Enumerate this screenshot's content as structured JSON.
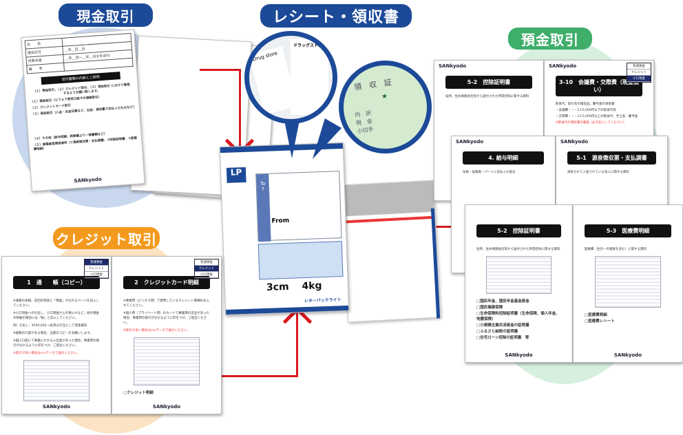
{
  "labels": {
    "cash": "現金取引",
    "receipt": "レシート・領収書",
    "deposit": "預金取引",
    "credit": "クレジット取引"
  },
  "colors": {
    "navy": "#1c4a98",
    "orange": "#f39a1e",
    "green": "#3fae6b",
    "red": "#d7191f",
    "cash_circle": "#c9d8ee",
    "credit_circle": "#fbe3c4",
    "deposit_circle": "#d6efdf"
  },
  "tags": [
    "普通預金",
    "クレジット",
    "小口現金"
  ],
  "logo": "SANkyodo",
  "cash_form": {
    "rows": [
      "氏　　名",
      "提出日付",
      "対象年度",
      "備　　考"
    ],
    "date": "＿年＿月＿日",
    "period": "＿年＿月～＿年＿月分を送付",
    "heading": "送付書類の内容とご説明",
    "intro": "（１）預金取引、（２）クレジット取引、（３）現金取引 に分けて管理するようお願い致します。",
    "items": [
      "（１）預金取引（ビフォア使用口座での通帳取引）",
      "（２）クレジットカード取引",
      "（３）現金取引（入金・出金伝票など、出金：領収書で支払ったものなど）",
      "（４）その他（給与明細、税務署より一律書類など）",
      "（５）事業経営関係資料（①源泉徴収票・支払調書、②控除証明書、③医療費明細）"
    ]
  },
  "receipt": {
    "drug1": "Drug store",
    "drug2": "ドラッグストア",
    "ryoshu": "領　収　証",
    "uchiwake": [
      "内　訳",
      "現　金",
      "小切手"
    ],
    "to": "To",
    "from": "From",
    "size1": "3cm",
    "size2": "4kg",
    "brand": "レターパックライト"
  },
  "credit_docs": [
    {
      "title": "1　通　　帳（コピー）",
      "active": 0,
      "lines": [
        "※通帳の表紙、前回の残高と「預金」が分かるページを記入してください。",
        "※小口現金への引出し、小口現金からの預入れなど、他の預金の移動の場合には「振」と記入してください。",
        "例）引出し：¥500,000 →前月分引当として現金補充",
        "※複数の口座がある場合、全部のコピーをお願いします。",
        "※個人口座にて事業にかかる入出金があった場合、事業用の取引が分かるように印をつけ、ご提出ください。"
      ],
      "note": "※取引が多い場合はcsvデータで送付ください。",
      "checks": []
    },
    {
      "title": "2　クレジットカード明細",
      "active": 1,
      "lines": [
        "※事業用（ビジネス用）で使用しているクレジット明細のみ入れてください。",
        "※個人用（プライベート用）のカードで事業用の支出があった場合、事業用の取引が分かるように印をつけ、ご提出ください。"
      ],
      "note": "※取引が多い場合はcsvデータで送付ください。",
      "checks": [
        "□クレジット明細"
      ]
    }
  ],
  "deposit_docs": [
    {
      "title": "5-2　控除証明書",
      "active": -1,
      "lines": [
        "役所、生命保険会社等から送付された所得控除に関する資料"
      ],
      "checks": []
    },
    {
      "title": "3-10　会議費・交際費（現金払い）",
      "active": 2,
      "lines": [
        "飲食代、取引先の贈答品、慶弔金の領収書",
        "・会議費・・・1人5,000円以下の飲食代等",
        "・交際費・・・1人5,000円以上の飲食代、手土産、慶弔金"
      ],
      "note": "※飲食代の領収書の裏面（必ず記入してください）",
      "checks": []
    },
    {
      "title": "4. 給与明細",
      "active": -1,
      "lines": [
        "役員・従業員・パートに支払った給与"
      ],
      "checks": []
    },
    {
      "title": "5-1　源泉徴収票・支払調書",
      "active": -1,
      "lines": [
        "源泉されて入金されている収入に関する資料"
      ],
      "checks": []
    },
    {
      "title": "5-2　控除証明書",
      "active": -1,
      "lines": [
        "役所、生命保険会社等から送付された所得控除に関する資料"
      ],
      "checks": [
        "□国民年金、国民年金基金掛金",
        "□国民健康保険",
        "□生命保険料控除証明書（生命保険、個人年金、地震保険）",
        "□小規模企業共済掛金の証明書",
        "□ふるさと納税の証明書",
        "□住宅ローン控除の証明書　等"
      ]
    },
    {
      "title": "5-3　医療費明細",
      "active": -1,
      "lines": [
        "医療費（生計一の親族を含む）に関する資料"
      ],
      "checks": [
        "□医療費明細",
        "□医療費レシート"
      ]
    }
  ]
}
